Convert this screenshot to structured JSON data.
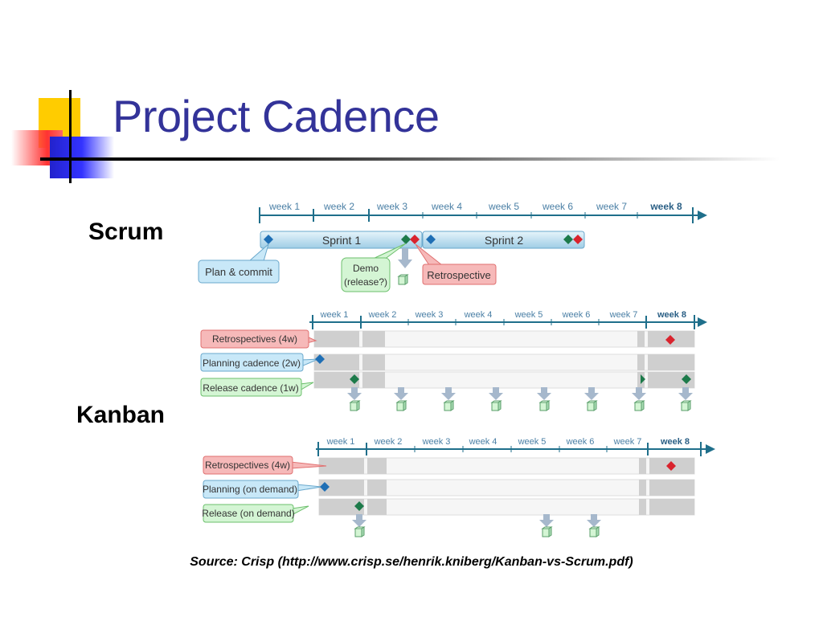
{
  "slide": {
    "title": "Project Cadence",
    "source": "Source: Crisp (http://www.crisp.se/henrik.kniberg/Kanban-vs-Scrum.pdf)"
  },
  "labels": {
    "scrum": "Scrum",
    "kanban": "Kanban"
  },
  "weeks": [
    "week 1",
    "week 2",
    "week 3",
    "week 4",
    "week 5",
    "week 6",
    "week 7",
    "week 8"
  ],
  "scrum": {
    "sprint1": "Sprint 1",
    "sprint2": "Sprint 2",
    "plan_commit": "Plan & commit",
    "demo_line1": "Demo",
    "demo_line2": "(release?)",
    "retrospective": "Retrospective"
  },
  "kanban1": {
    "rows": [
      "Retrospectives (4w)",
      "Planning cadence (2w)",
      "Release cadence (1w)"
    ]
  },
  "kanban2": {
    "rows": [
      "Retrospectives (4w)",
      "Planning (on demand)",
      "Release (on demand)"
    ]
  },
  "colors": {
    "timeline": "#1f6f8b",
    "sprint_fill": "#bfe0f2",
    "blue_diamond": "#1f6fb5",
    "green_diamond": "#1d7a4a",
    "red_diamond": "#d9232d",
    "pink_callout": "#f6b9b9",
    "blue_callout": "#c8e8f8",
    "green_callout": "#d4f5d4",
    "gray_bar": "#cfcfcf",
    "arrow": "#a6b8cc"
  }
}
